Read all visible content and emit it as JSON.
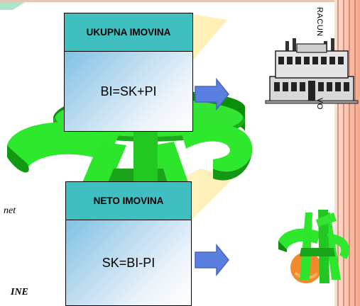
{
  "top_box": {
    "header": "UKUPNA IMOVINA",
    "formula": "BI=SK+PI"
  },
  "bottom_box": {
    "header": "NETO IMOVINA",
    "formula": "SK=BI-PI"
  },
  "vertical_text": {
    "top": "RACUN",
    "bottom": "VO"
  },
  "left_text": {
    "net": "net",
    "ine": "INE"
  },
  "colors": {
    "header_teal": "#3fbfc0",
    "dollar_green": "#22e622",
    "arrow_blue": "#5b7fe0",
    "stripe_pink": "#f4b8a0"
  }
}
